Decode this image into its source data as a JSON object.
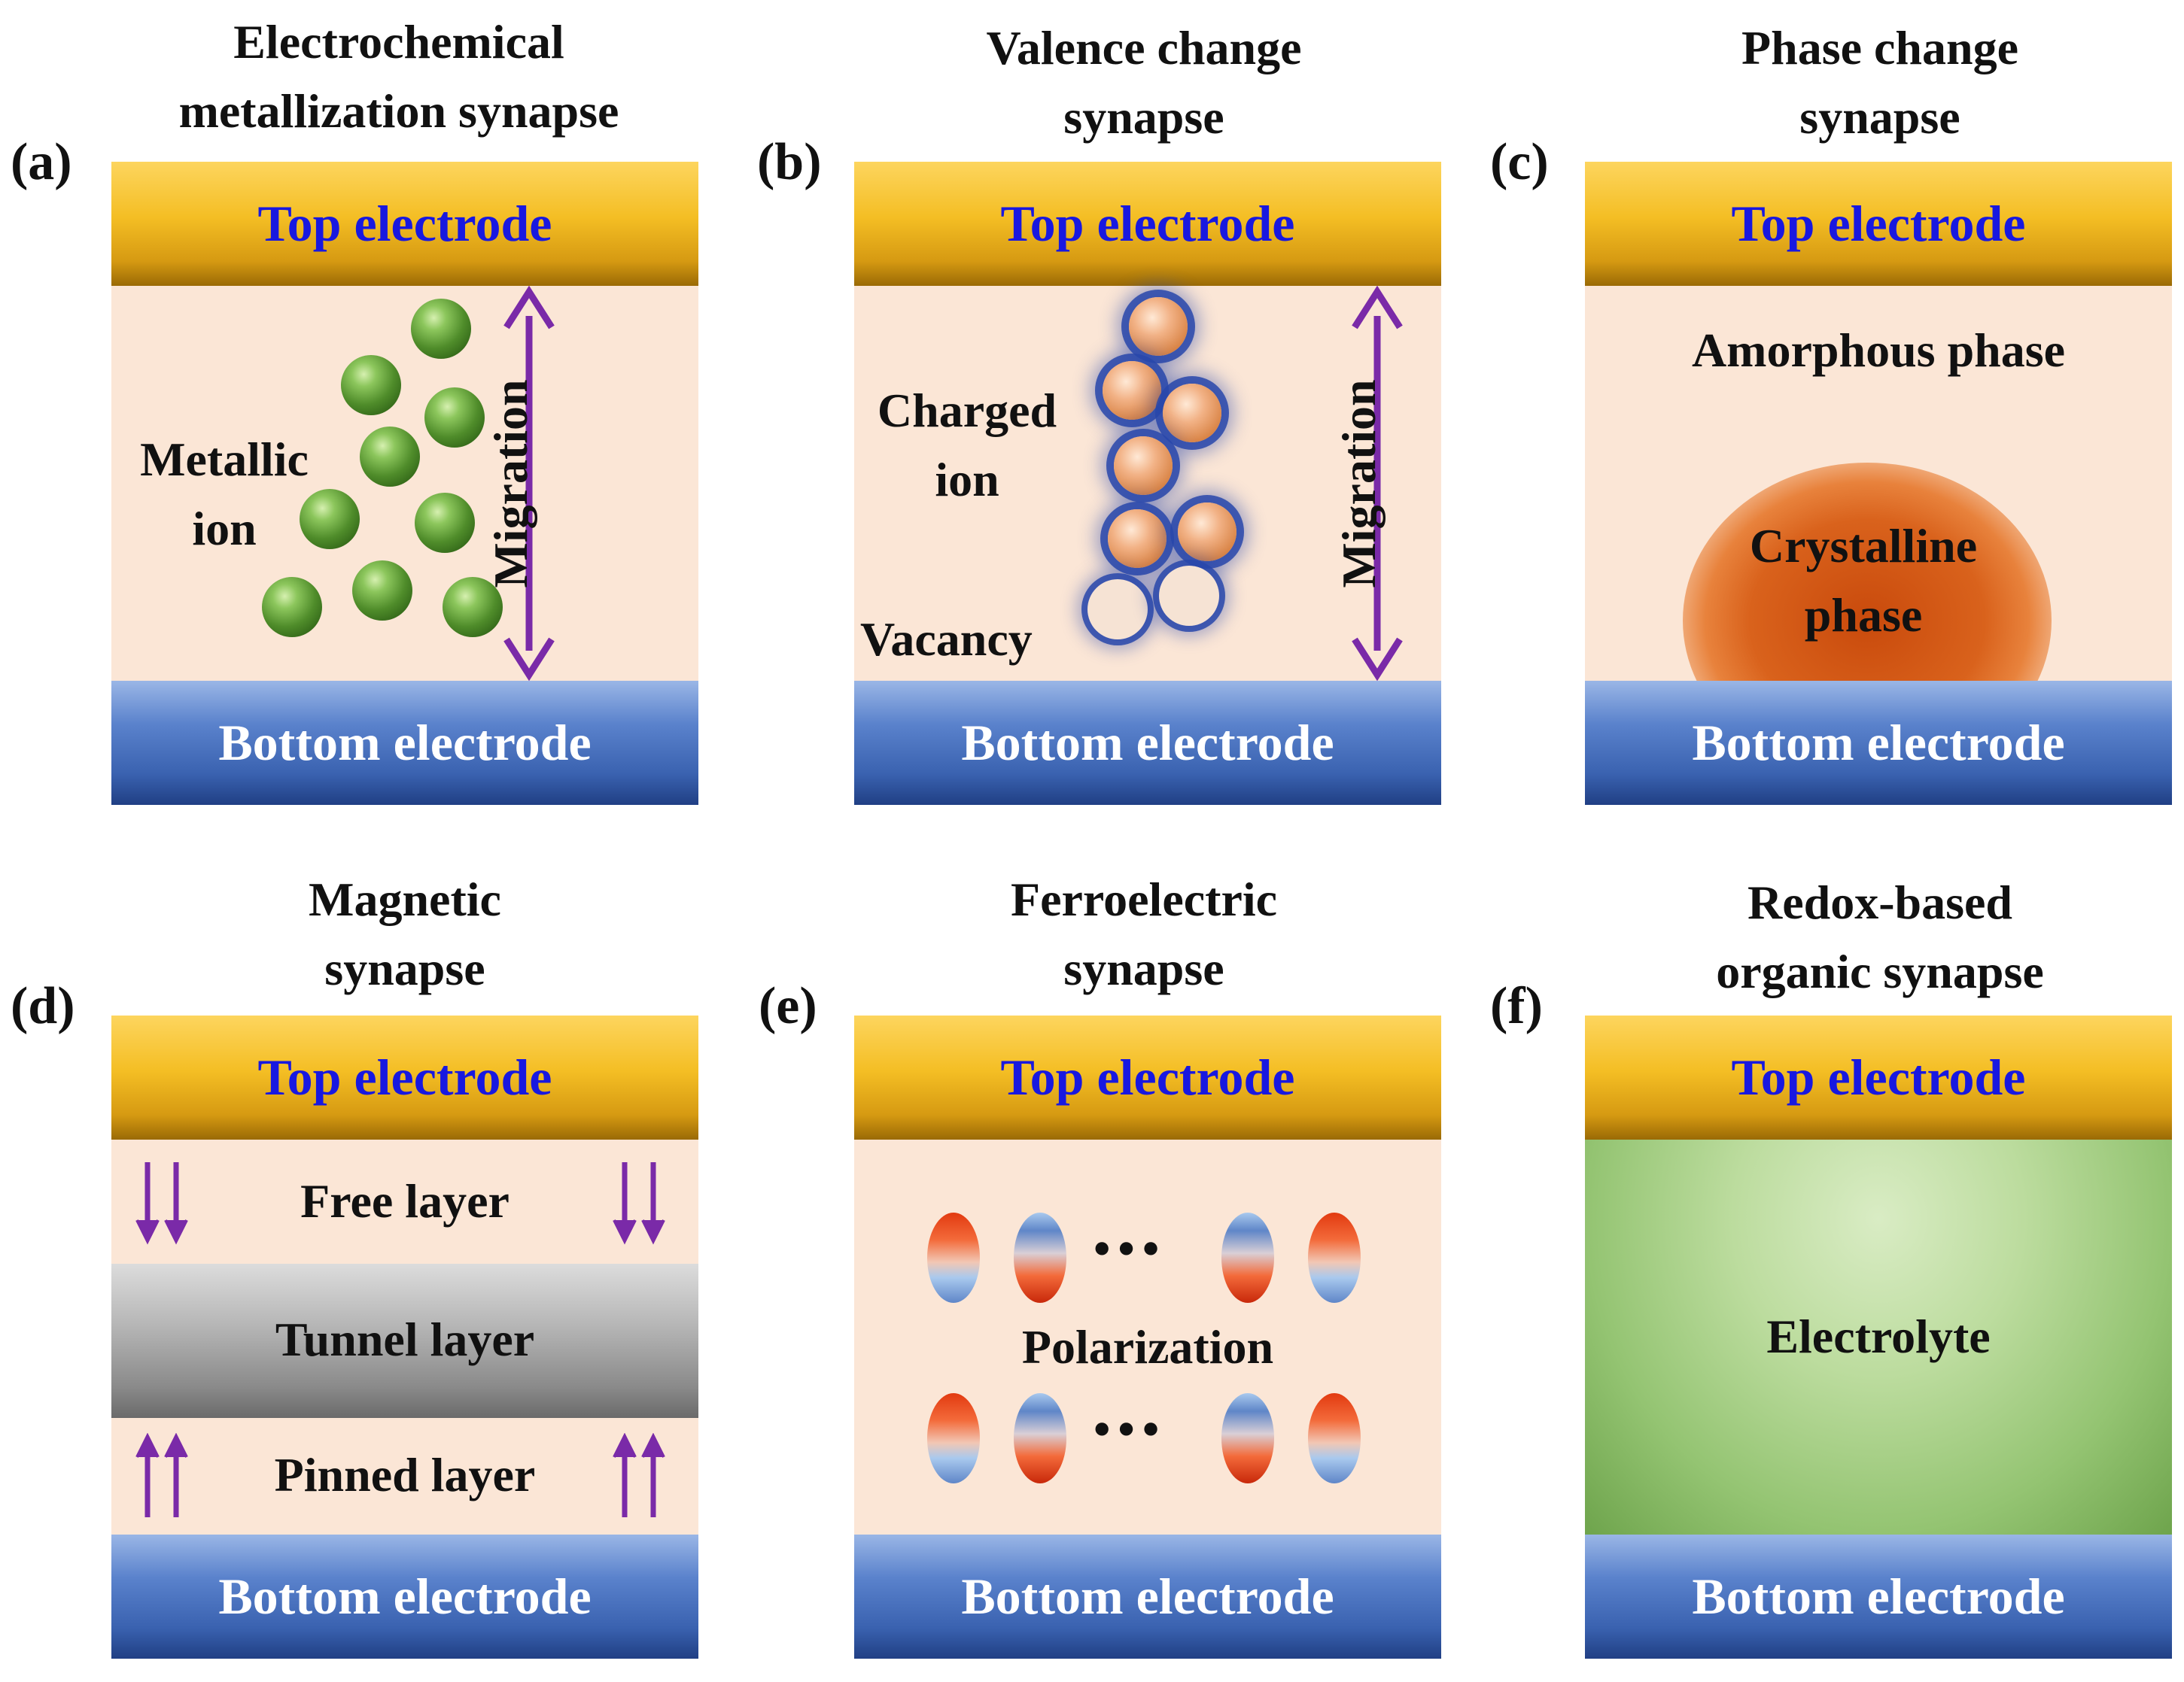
{
  "panels": {
    "a": {
      "label": "(a)",
      "title": [
        "Electrochemical",
        "metallization synapse"
      ],
      "top": "Top electrode",
      "bottom": "Bottom electrode",
      "ion_label": [
        "Metallic",
        "ion"
      ],
      "arrow_label": "Migration"
    },
    "b": {
      "label": "(b)",
      "title": [
        "Valence change",
        "synapse"
      ],
      "top": "Top electrode",
      "bottom": "Bottom electrode",
      "ion_label": [
        "Charged",
        "ion"
      ],
      "vacancy_label": "Vacancy",
      "arrow_label": "Migration"
    },
    "c": {
      "label": "(c)",
      "title": [
        "Phase change",
        "synapse"
      ],
      "top": "Top electrode",
      "bottom": "Bottom electrode",
      "amorphous": "Amorphous phase",
      "crystalline": [
        "Crystalline",
        "phase"
      ]
    },
    "d": {
      "label": "(d)",
      "title": [
        "Magnetic",
        "synapse"
      ],
      "top": "Top electrode",
      "bottom": "Bottom electrode",
      "free": "Free layer",
      "tunnel": "Tunnel layer",
      "pinned": "Pinned layer"
    },
    "e": {
      "label": "(e)",
      "title": [
        "Ferroelectric",
        "synapse"
      ],
      "top": "Top electrode",
      "bottom": "Bottom electrode",
      "polarization": "Polarization",
      "dots": "•••"
    },
    "f": {
      "label": "(f)",
      "title": [
        "Redox-based",
        "organic synapse"
      ],
      "top": "Top electrode",
      "bottom": "Bottom electrode",
      "electrolyte": "Electrolyte"
    }
  },
  "colors": {
    "top_electrode_text": "#1818e0",
    "arrow": "#7a2aa8",
    "medium": "#fbe6d6"
  }
}
